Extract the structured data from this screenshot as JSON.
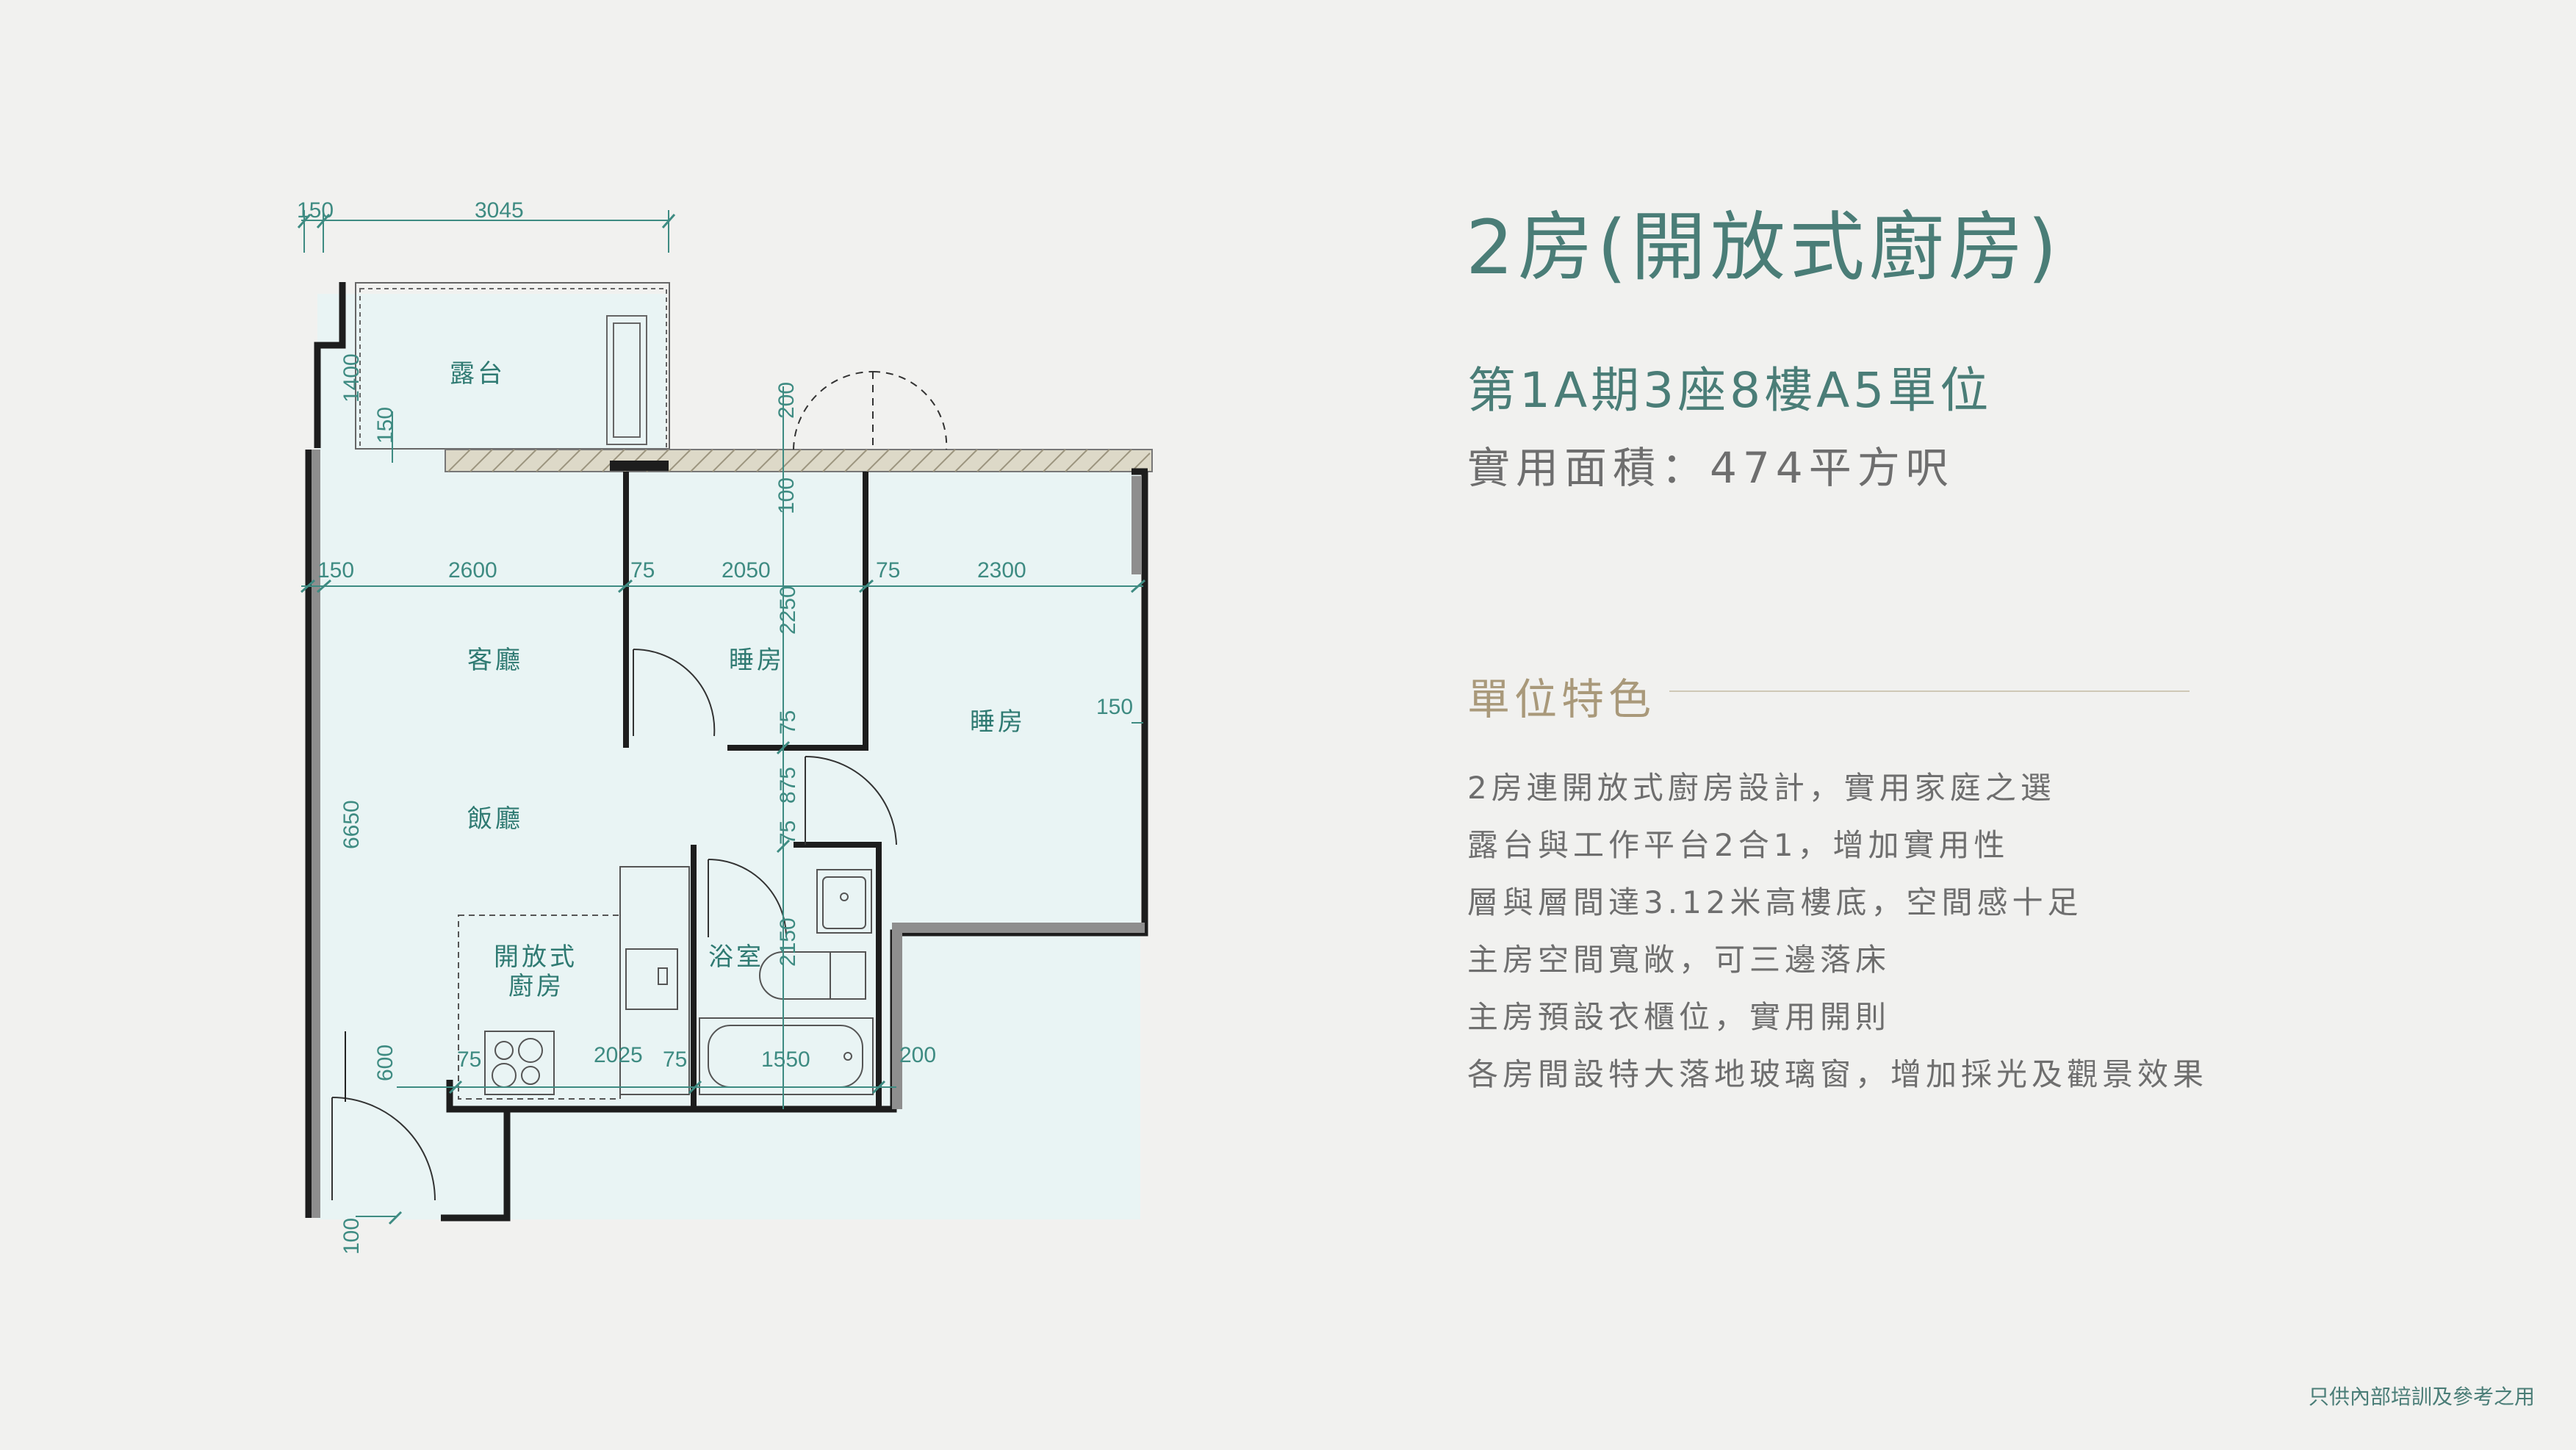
{
  "title": "2房(開放式廚房)",
  "subtitle": "第1A期3座8樓A5單位",
  "area": "實用面積：474平方呎",
  "features_heading": "單位特色",
  "features": [
    "2房連開放式廚房設計，實用家庭之選",
    "露台與工作平台2合1，增加實用性",
    "層與層間達3.12米高樓底，空間感十足",
    "主房空間寬敞，可三邊落床",
    "主房預設衣櫃位，實用開則",
    "各房間設特大落地玻璃窗，增加採光及觀景效果"
  ],
  "footer": "只供內部培訓及參考之用",
  "plan": {
    "rooms": {
      "balcony": "露台",
      "living": "客廳",
      "bedroom1": "睡房",
      "bedroom2": "睡房",
      "dining": "飯廳",
      "kitchen_line1": "開放式",
      "kitchen_line2": "廚房",
      "bathroom": "浴室"
    },
    "dims": {
      "top_150": "150",
      "top_3045": "3045",
      "d_1400": "1400",
      "d_150_bal": "150",
      "d_200_door": "200",
      "d_100": "100",
      "r_150": "150",
      "r_2600": "2600",
      "r_75a": "75",
      "r_2050": "2050",
      "r_75b": "75",
      "r_2300": "2300",
      "d_2250": "2250",
      "d_75_mid": "75",
      "d_875": "875",
      "d_75_mid2": "75",
      "d_2150": "2150",
      "right_150": "150",
      "d_6650": "6650",
      "d_600": "600",
      "b_75a": "75",
      "b_2025": "2025",
      "b_75b": "75",
      "b_1550": "1550",
      "b_200": "200",
      "bottom_100": "100"
    }
  },
  "colors": {
    "accent": "#4a7d77",
    "gold": "#a9997a",
    "body_text": "#6e6e6e",
    "floor": "#eaf4f4",
    "dimension": "#3e8b82"
  }
}
